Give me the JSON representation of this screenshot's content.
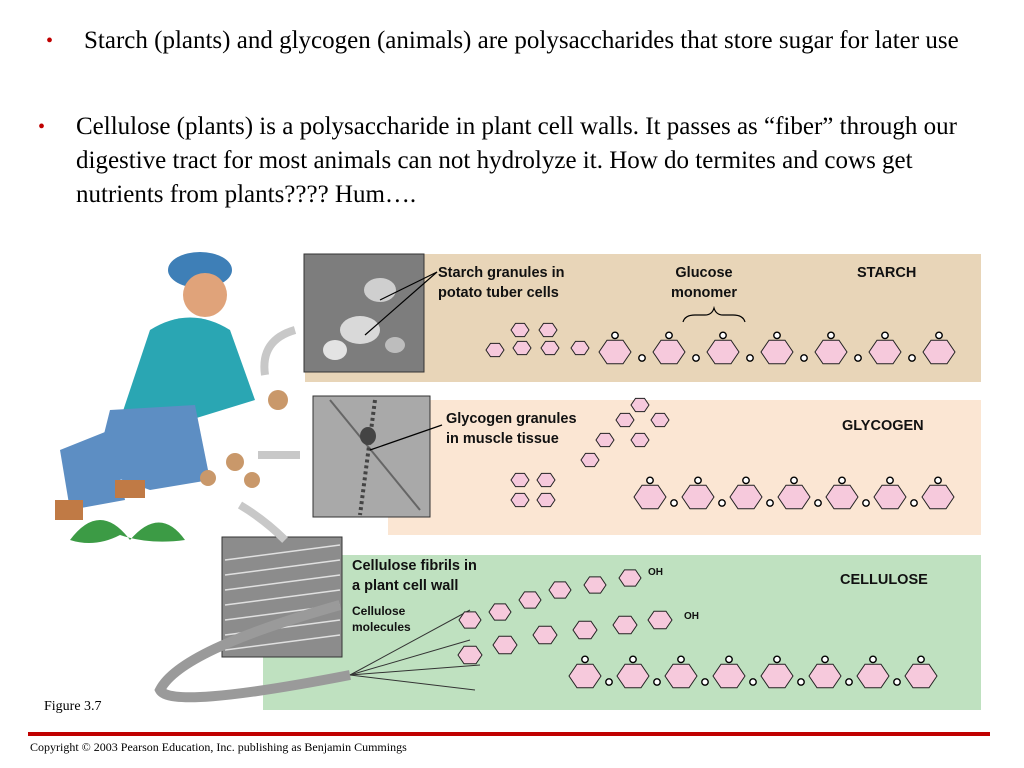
{
  "bullets": [
    "Starch (plants) and glycogen (animals) are polysaccharides that store sugar for later use",
    "Cellulose (plants) is a polysaccharide in plant cell walls. It passes as “fiber” through our digestive tract for most animals can not hydrolyze it.  How do termites and cows get nutrients from plants???? Hum…."
  ],
  "bullet_symbol": "•",
  "figure": {
    "starch_caption_1": "Starch granules in",
    "starch_caption_2": "potato tuber cells",
    "glucose_1": "Glucose",
    "glucose_2": "monomer",
    "starch_title": "STARCH",
    "glycogen_caption_1": "Glycogen granules",
    "glycogen_caption_2": "in muscle tissue",
    "glycogen_title": "GLYCOGEN",
    "cellulose_caption_1": "Cellulose fibrils in",
    "cellulose_caption_2": "a plant cell wall",
    "molecules_1": "Cellulose",
    "molecules_2": "molecules",
    "cellulose_title": "CELLULOSE",
    "ring_o": "O",
    "oh": "OH"
  },
  "figure_label": "Figure 3.7",
  "copyright": "Copyright © 2003 Pearson Education, Inc. publishing as Benjamin Cummings",
  "colors": {
    "accent": "#c00000",
    "starch_bg": "#e8d5b8",
    "glycogen_bg": "#fbe6d3",
    "cellulose_bg": "#bfe1c0",
    "ring_fill": "#f6c9dc"
  }
}
